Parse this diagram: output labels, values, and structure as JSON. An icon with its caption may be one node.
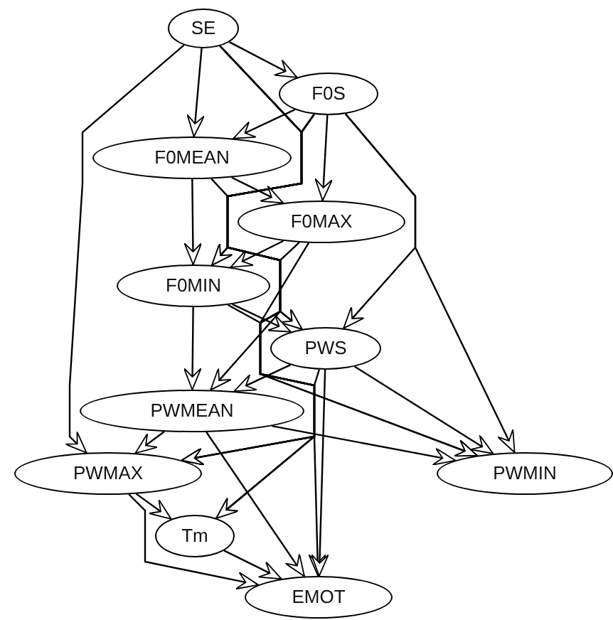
{
  "diagram": {
    "nodes": [
      {
        "text": [
          "SE"
        ]
      },
      {
        "text": [
          "F0S"
        ]
      },
      {
        "text": [
          "F0MEAN"
        ]
      },
      {
        "text": [
          "F0MAX"
        ]
      },
      {
        "text": [
          "F0MIN"
        ]
      },
      {
        "text": [
          "PWS"
        ]
      },
      {
        "text": [
          "PWMEAN"
        ]
      },
      {
        "text": [
          "PWMAX"
        ]
      },
      {
        "text": [
          "PWMIN"
        ]
      },
      {
        "text": [
          "Tm"
        ]
      },
      {
        "text": [
          "EMOT"
        ]
      }
    ],
    "edges": [
      {
        "from": 0,
        "to": 1,
        "arrow": "to"
      },
      {
        "from": 0,
        "to": 2,
        "arrow": "to"
      },
      {
        "from": 0,
        "to": 4,
        "arrow": "to"
      },
      {
        "from": 0,
        "to": 5,
        "arrow": "to"
      },
      {
        "from": 0,
        "to": 7,
        "arrow": "to"
      },
      {
        "from": 0,
        "to": 8,
        "arrow": "to"
      },
      {
        "from": 0,
        "to": 9,
        "arrow": "to"
      },
      {
        "from": 0,
        "to": 10,
        "arrow": "to"
      },
      {
        "from": 1,
        "to": 2,
        "arrow": "to"
      },
      {
        "from": 1,
        "to": 3,
        "arrow": "to"
      },
      {
        "from": 1,
        "to": 4,
        "arrow": "to"
      },
      {
        "from": 1,
        "to": 5,
        "arrow": "to"
      },
      {
        "from": 1,
        "to": 6,
        "arrow": "to"
      },
      {
        "from": 1,
        "to": 7,
        "arrow": "to"
      },
      {
        "from": 1,
        "to": 8,
        "arrow": "to"
      },
      {
        "from": 2,
        "to": 3,
        "arrow": "to"
      },
      {
        "from": 2,
        "to": 4,
        "arrow": "to"
      },
      {
        "from": 2,
        "to": 5,
        "arrow": "to"
      },
      {
        "from": 3,
        "to": 4,
        "arrow": "to"
      },
      {
        "from": 3,
        "to": 7,
        "arrow": "to"
      },
      {
        "from": 3,
        "to": 9,
        "arrow": "to"
      },
      {
        "from": 4,
        "to": 5,
        "arrow": "to"
      },
      {
        "from": 4,
        "to": 6,
        "arrow": "to"
      },
      {
        "from": 4,
        "to": 8,
        "arrow": "to"
      },
      {
        "from": 5,
        "to": 6,
        "arrow": "to"
      },
      {
        "from": 5,
        "to": 7,
        "arrow": "to"
      },
      {
        "from": 5,
        "to": 8,
        "arrow": "to"
      },
      {
        "from": 5,
        "to": 10,
        "arrow": "to"
      },
      {
        "from": 6,
        "to": 7,
        "arrow": "to"
      },
      {
        "from": 6,
        "to": 8,
        "arrow": "to"
      },
      {
        "from": 6,
        "to": 10,
        "arrow": "to"
      },
      {
        "from": 7,
        "to": 9,
        "arrow": "to"
      },
      {
        "from": 7,
        "to": 10,
        "arrow": "to"
      },
      {
        "from": 9,
        "to": 10,
        "arrow": "to"
      }
    ]
  }
}
